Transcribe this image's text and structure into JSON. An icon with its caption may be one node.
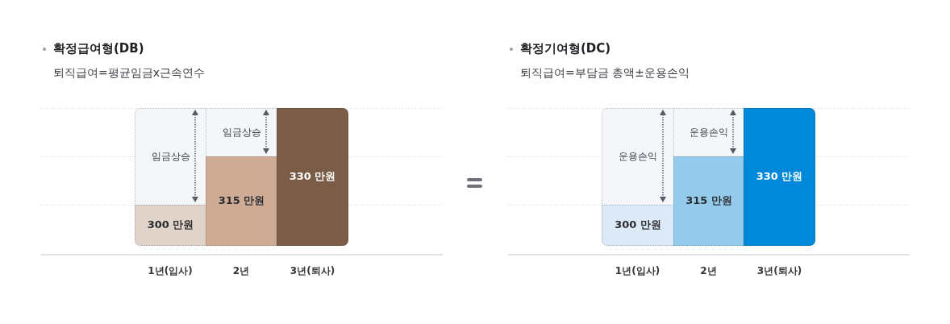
{
  "diagram": {
    "nodes": [
      {
        "text": [
          "임금상승"
        ]
      },
      {
        "text": [
          "300 만원"
        ]
      },
      {
        "text": [
          "임금상승"
        ]
      },
      {
        "text": [
          "315 만원"
        ]
      },
      {
        "text": [
          "330 만원"
        ]
      },
      {
        "text": [
          "운용손익"
        ]
      },
      {
        "text": [
          "300 만원"
        ]
      },
      {
        "text": [
          "운용손익"
        ]
      },
      {
        "text": [
          "315 만원"
        ]
      },
      {
        "text": [
          "330 만원"
        ]
      }
    ],
    "labels": [
      "확정급여형(DB)",
      "퇴직급여=평균임금x근속연수",
      "1년(입사)",
      "2년",
      "3년(퇴사)",
      "확정기여형(DC)",
      "퇴직급여=부담금 총액±운용손익",
      "1년(입사)",
      "2년",
      "3년(퇴사)"
    ]
  }
}
